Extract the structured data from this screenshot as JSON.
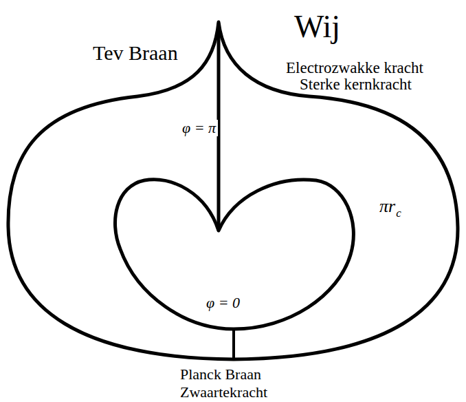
{
  "diagram": {
    "labels": [
      "Tev Braan",
      "Wij",
      "Electrozwakke kracht",
      "Sterke kernkracht",
      "φ = π",
      "πr",
      "c",
      "φ = 0",
      "Planck Braan",
      "Zwaartekracht"
    ]
  }
}
